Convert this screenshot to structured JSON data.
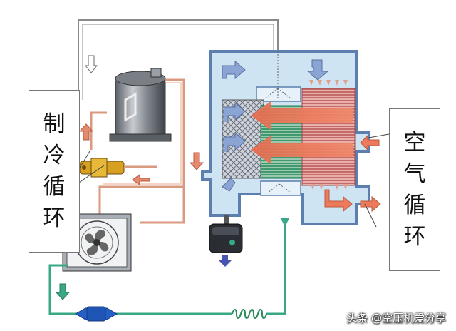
{
  "labels": {
    "refrigeration_cycle": [
      "制",
      "冷",
      "循",
      "环"
    ],
    "air_cycle": [
      "空",
      "气",
      "循",
      "环"
    ]
  },
  "watermark": "头条 @空压机爱分享",
  "colors": {
    "refrigerant_hot": "#e8a07a",
    "refrigerant_liquid": "#3aaa88",
    "chamber_fill": "#cfe4f2",
    "chamber_border": "#5c7fb0",
    "hot_air_arrow": "#ee7a5c",
    "cold_air_arrow": "#8aa4d4",
    "drain_arrow": "#4a55b0"
  },
  "icons": [
    "compressor-icon",
    "fan-icon",
    "expansion-valve-icon",
    "drain-trap-icon",
    "filter-drier-icon",
    "capillary-coil-icon"
  ]
}
